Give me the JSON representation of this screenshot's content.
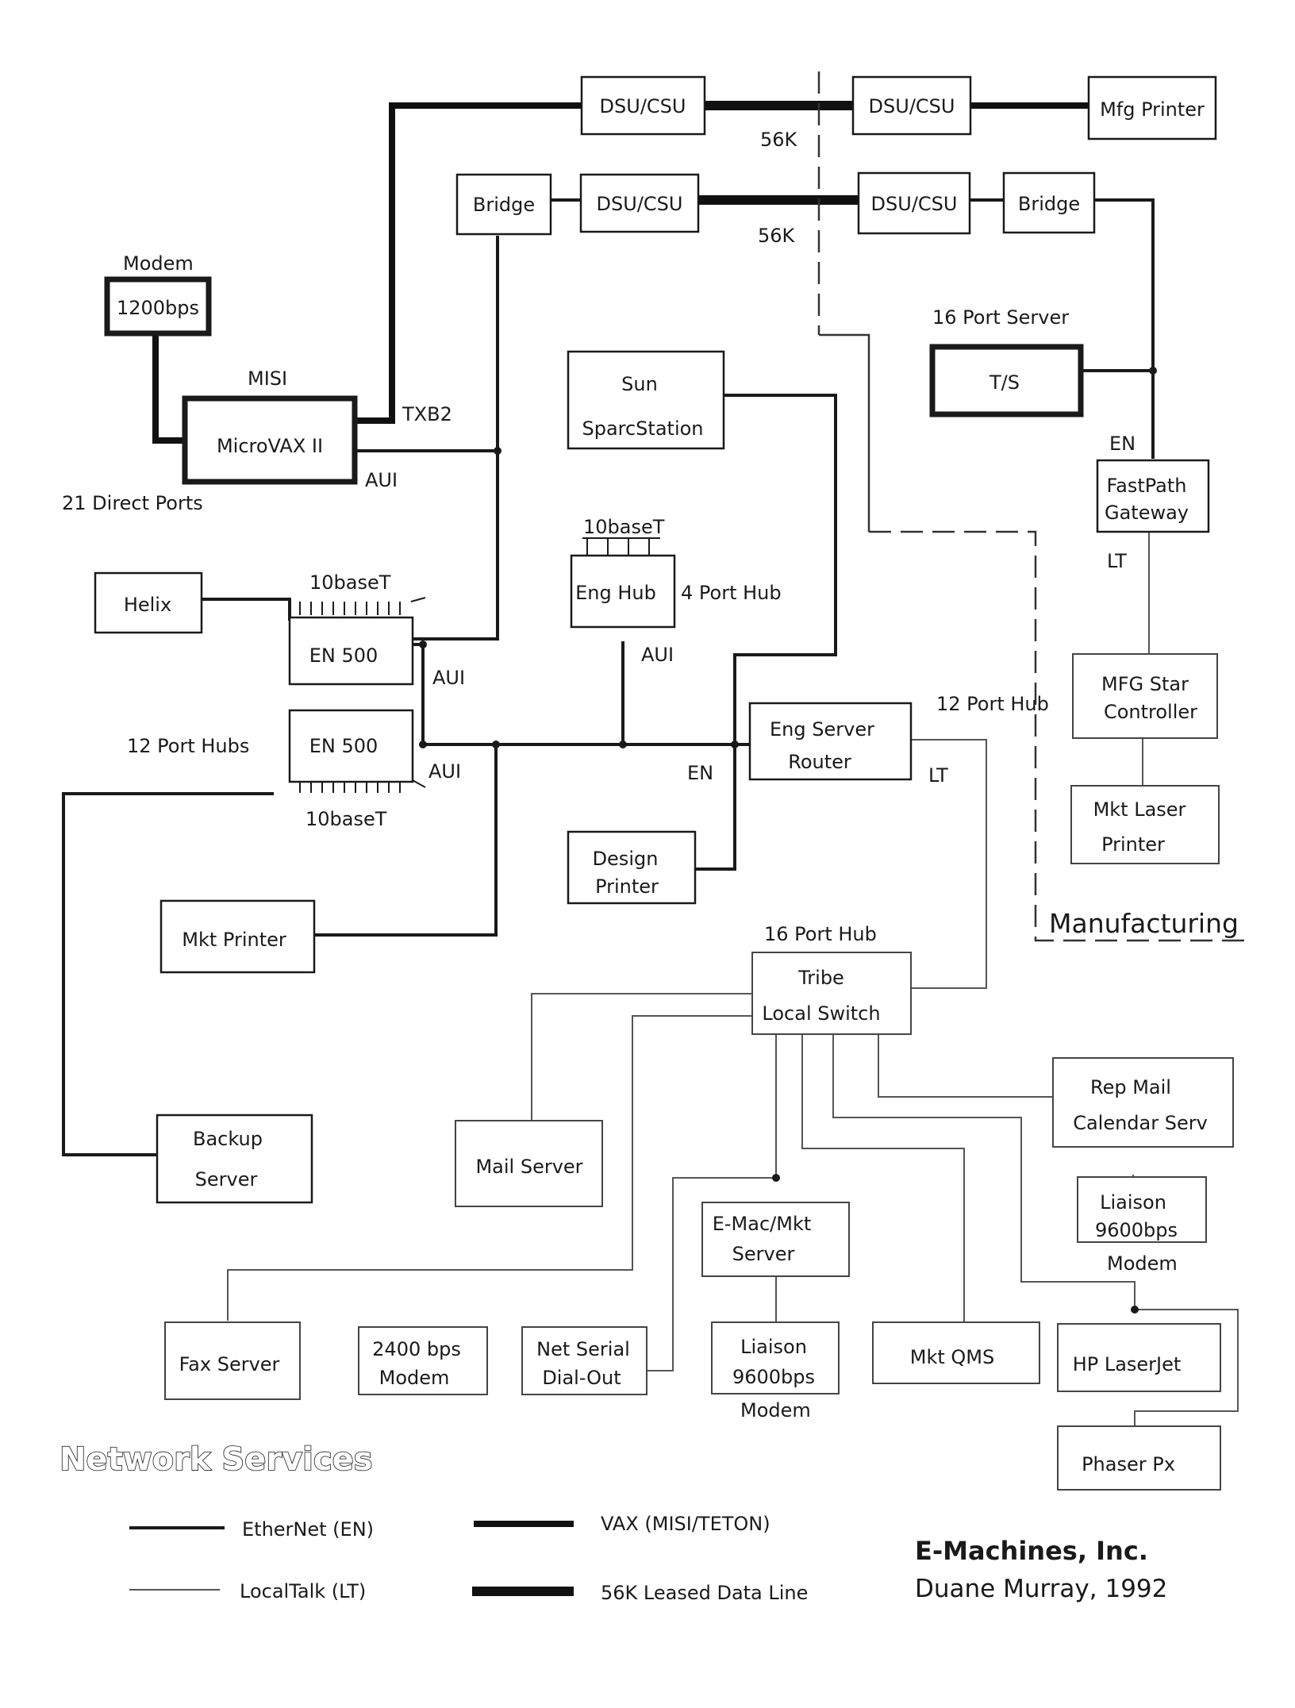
{
  "title": "Network Services",
  "company": "E-Machines, Inc.",
  "author": "Duane Murray, 1992",
  "region_label": "Manufacturing",
  "nodes": {
    "dsu_top_left": [
      "DSU/CSU"
    ],
    "dsu_top_right": [
      "DSU/CSU"
    ],
    "mfg_printer": [
      "Mfg Printer"
    ],
    "bridge_left": [
      "Bridge"
    ],
    "dsu_mid_left": [
      "DSU/CSU"
    ],
    "dsu_mid_right": [
      "DSU/CSU"
    ],
    "bridge_right": [
      "Bridge"
    ],
    "modem_1200": [
      "1200bps"
    ],
    "microvax": [
      "MicroVAX II"
    ],
    "sun": [
      "Sun",
      "SparcStation"
    ],
    "ts": [
      "T/S"
    ],
    "fastpath": [
      "FastPath",
      "Gateway"
    ],
    "helix": [
      "Helix"
    ],
    "en500_top": [
      "EN 500"
    ],
    "eng_hub": [
      "Eng Hub"
    ],
    "mfg_star": [
      "MFG Star",
      "Controller"
    ],
    "en500_bottom": [
      "EN 500"
    ],
    "eng_router": [
      "Eng Server",
      "Router"
    ],
    "mkt_laser": [
      "Mkt Laser",
      "Printer"
    ],
    "design_printer": [
      "Design",
      "Printer"
    ],
    "mkt_printer": [
      "Mkt Printer"
    ],
    "tribe": [
      "Tribe",
      "Local Switch"
    ],
    "rep_mail": [
      "Rep Mail",
      "Calendar Serv"
    ],
    "backup": [
      "Backup",
      "Server"
    ],
    "mail_server": [
      "Mail Server"
    ],
    "liaison_right": [
      "Liaison",
      "9600bps"
    ],
    "emac": [
      "E-Mac/Mkt",
      "Server"
    ],
    "fax": [
      "Fax Server"
    ],
    "modem_2400": [
      "2400 bps",
      "Modem"
    ],
    "net_serial": [
      "Net Serial",
      "Dial-Out"
    ],
    "liaison_mid": [
      "Liaison",
      "9600bps"
    ],
    "mkt_qms": [
      "Mkt QMS"
    ],
    "hp_laserjet": [
      "HP LaserJet"
    ],
    "phaser": [
      "Phaser Px"
    ]
  },
  "labels": {
    "k56_top": "56K",
    "k56_mid": "56K",
    "modem_caption": "Modem",
    "server16_caption": "16 Port Server",
    "misi": "MISI",
    "txb2": "TXB2",
    "aui_vax": "AUI",
    "direct_ports": "21 Direct Ports",
    "en_fastpath": "EN",
    "lt_fastpath": "LT",
    "tenbaset_hub": "10baseT",
    "four_port_hub": "4 Port Hub",
    "tenbaset_top": "10baseT",
    "aui_enghub": "AUI",
    "aui_en500_top": "AUI",
    "twelve_port_hub": "12 Port Hub",
    "twelve_port_hubs": "12 Port Hubs",
    "aui_en500_bottom": "AUI",
    "en_router": "EN",
    "lt_router": "LT",
    "tenbaset_bottom": "10baseT",
    "sixteen_port_hub": "16 Port Hub",
    "modem_liaison_right": "Modem",
    "modem_liaison_mid": "Modem"
  },
  "legend": [
    {
      "style": "ethernet",
      "label": "EtherNet  (EN)"
    },
    {
      "style": "vax",
      "label": "VAX (MISI/TETON)"
    },
    {
      "style": "localtalk",
      "label": "LocalTalk  (LT)"
    },
    {
      "style": "leased",
      "label": "56K Leased Data Line"
    }
  ]
}
